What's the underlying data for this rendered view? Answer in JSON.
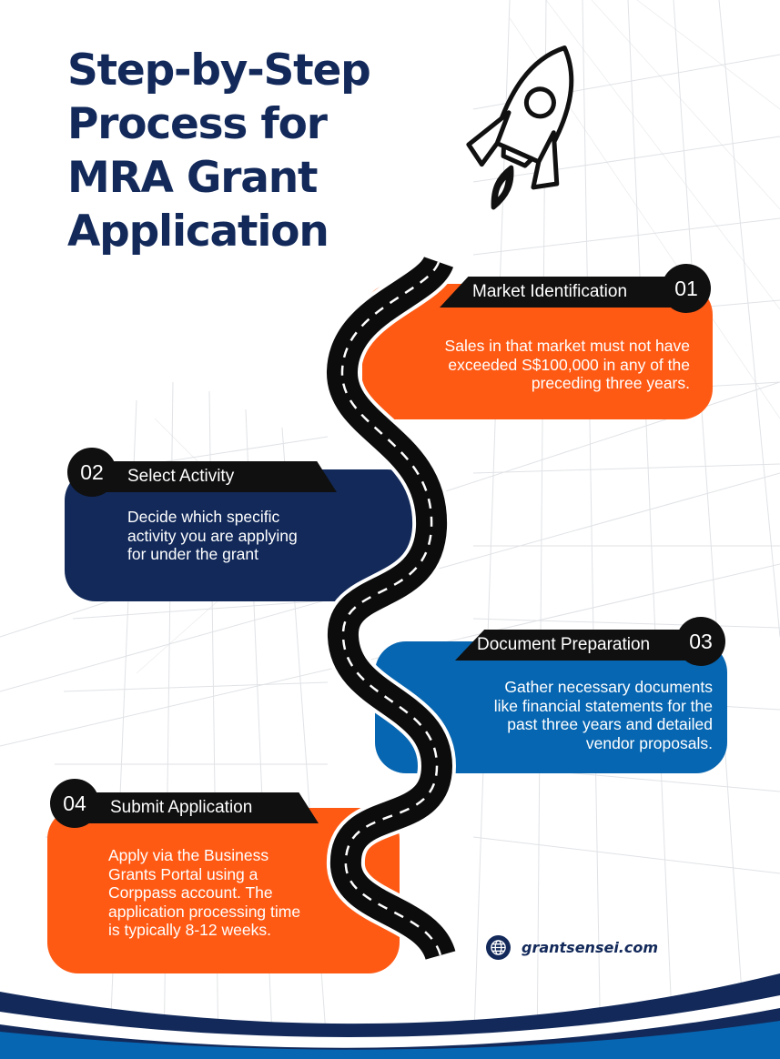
{
  "title_lines": [
    "Step-by-Step",
    "Process for",
    "MRA Grant",
    "Application"
  ],
  "steps": [
    {
      "number": "01",
      "title": "Market Identification",
      "description": [
        "Sales in that market must not have",
        "exceeded S$100,000 in any of the",
        "preceding three years."
      ],
      "color": "#ff5a14"
    },
    {
      "number": "02",
      "title": "Select Activity",
      "description": [
        "Decide which specific",
        "activity you are applying",
        "for under the grant"
      ],
      "color": "#12295a"
    },
    {
      "number": "03",
      "title": "Document Preparation",
      "description": [
        "Gather necessary documents",
        "like financial statements for the",
        "past three years and detailed",
        "vendor proposals."
      ],
      "color": "#0766b1"
    },
    {
      "number": "04",
      "title": "Submit Application",
      "description": [
        "Apply via the Business",
        "Grants Portal using a",
        "Corppass account. The",
        "application processing time",
        "is typically 8-12 weeks."
      ],
      "color": "#ff5a14"
    }
  ],
  "brand": {
    "text": "grantsensei.com",
    "icon": "globe-icon"
  },
  "colors": {
    "navy": "#12295a",
    "orange": "#ff5a14",
    "blue": "#0766b1",
    "black": "#101010"
  }
}
